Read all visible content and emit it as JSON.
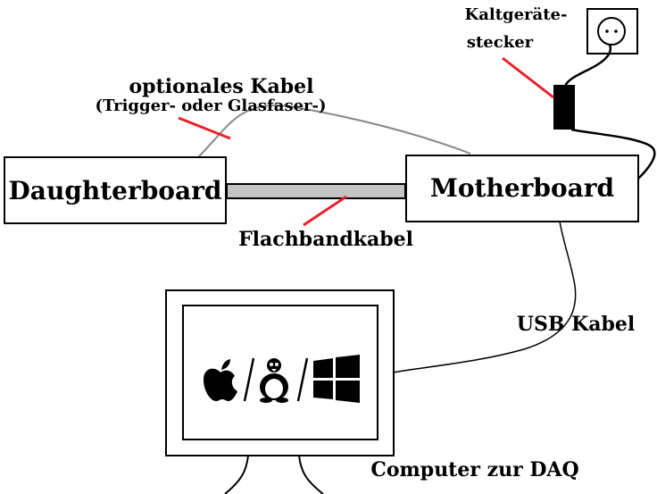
{
  "boxes": {
    "daughterboard": "Daughterboard",
    "motherboard": "Motherboard"
  },
  "labels": {
    "optional_cable_line1": "optionales Kabel",
    "optional_cable_line2": "(Trigger- oder Glasfaser-)",
    "ribbon_cable": "Flachbandkabel",
    "power_plug_line1": "Kaltgeräte-",
    "power_plug_line2": "stecker",
    "usb_cable": "USB Kabel",
    "computer": "Computer zur DAQ"
  },
  "colors": {
    "pointer": "#e8202a",
    "optional_cable": "#888888",
    "ribbon_fill": "#c4c4c4",
    "stroke": "#000000"
  },
  "os_icons": [
    "apple-icon",
    "linux-tux-icon",
    "windows-icon"
  ]
}
